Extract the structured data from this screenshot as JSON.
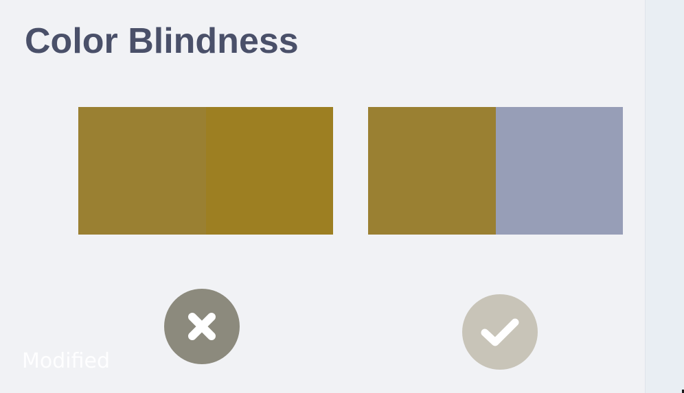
{
  "header": {
    "title": "Color Blindness"
  },
  "examples": [
    {
      "verdict": "incorrect",
      "icon": "close-icon",
      "badge_color": "#8c8a7d",
      "swatches": [
        "#9a8032",
        "#9d7f22"
      ]
    },
    {
      "verdict": "correct",
      "icon": "check-icon",
      "badge_color": "#c8c4b8",
      "swatches": [
        "#9a8032",
        "#979eb7"
      ]
    }
  ],
  "footer": {
    "watermark": "Modified"
  },
  "colors": {
    "panel_background": "#f1f2f5",
    "page_background": "#e9eef3",
    "title": "#4a5069"
  }
}
